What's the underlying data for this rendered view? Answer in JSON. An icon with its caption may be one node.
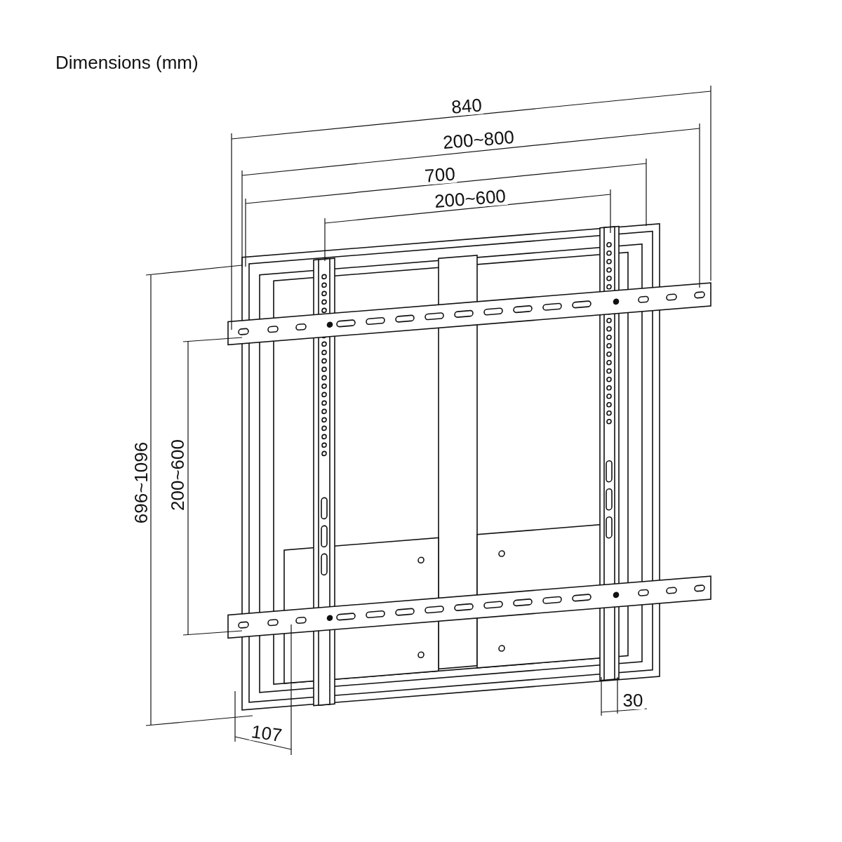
{
  "diagram": {
    "title": "Dimensions (mm)",
    "labels": [
      "840",
      "200~800",
      "700",
      "200~600",
      "696~1096",
      "200~600",
      "30",
      "107"
    ]
  }
}
